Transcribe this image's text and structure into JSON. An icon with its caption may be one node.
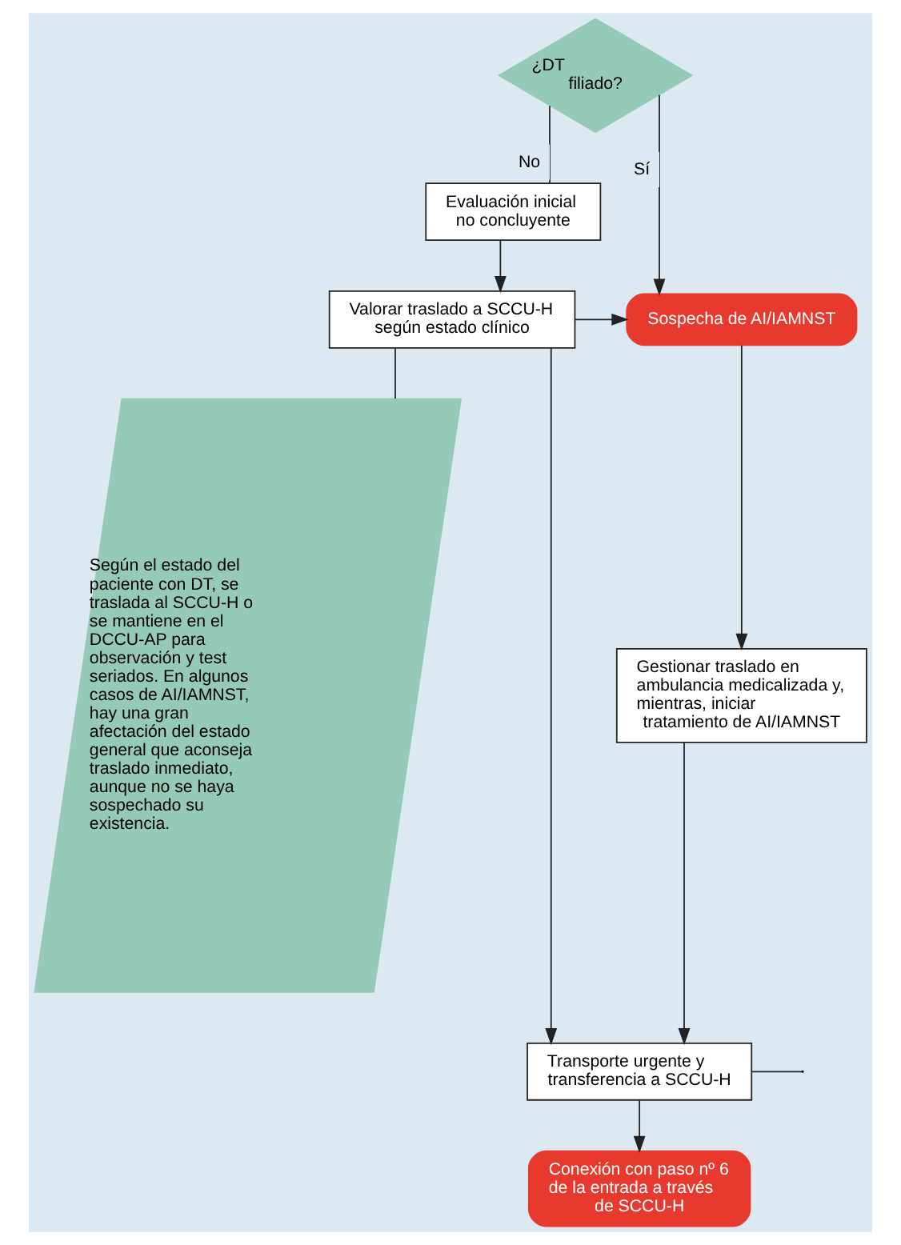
{
  "diagram": {
    "nodes": [
      {
        "text": [
          "¿DT filiado?"
        ]
      },
      {
        "text": [
          "Evaluación inicial no concluyente"
        ]
      },
      {
        "text": [
          "Sospecha de AI/IAMNST"
        ]
      },
      {
        "text": [
          "Valorar traslado a SCCU-H según estado clínico"
        ]
      },
      {
        "text": [
          "Según el estado del paciente con DT, se traslada al SCCU-H o se mantiene en el DCCU-AP para observación y test seriados. En algunos casos de AI/IAMNST, hay una gran afectación del estado general que aconseja traslado inmediato, aunque no se haya sospechado su existencia."
        ]
      },
      {
        "text": [
          "Gestionar traslado en ambulancia medicalizada y, mientras, iniciar tratamiento de AI/IAMNST"
        ]
      },
      {
        "text": [
          "Transporte urgente y transferencia a SCCU-H"
        ]
      },
      {
        "text": [
          "Conexión con paso nº 6 de la entrada a través de SCCU-H"
        ]
      }
    ],
    "edges": [
      {
        "from": 0,
        "to": 1,
        "arrow": "none",
        "label": "No"
      },
      {
        "from": 0,
        "to": 2,
        "arrow": "to",
        "label": "Sí"
      },
      {
        "from": 1,
        "to": 3,
        "arrow": "to"
      },
      {
        "from": 3,
        "to": 2,
        "arrow": "to"
      },
      {
        "from": 3,
        "to": 4,
        "arrow": "none"
      },
      {
        "from": 3,
        "to": 6,
        "arrow": "to"
      },
      {
        "from": 2,
        "to": 5,
        "arrow": "to"
      },
      {
        "from": 5,
        "to": 6,
        "arrow": "to"
      },
      {
        "from": 6,
        "to": null,
        "arrow": "none"
      },
      {
        "from": 6,
        "to": 7,
        "arrow": "to"
      }
    ]
  }
}
